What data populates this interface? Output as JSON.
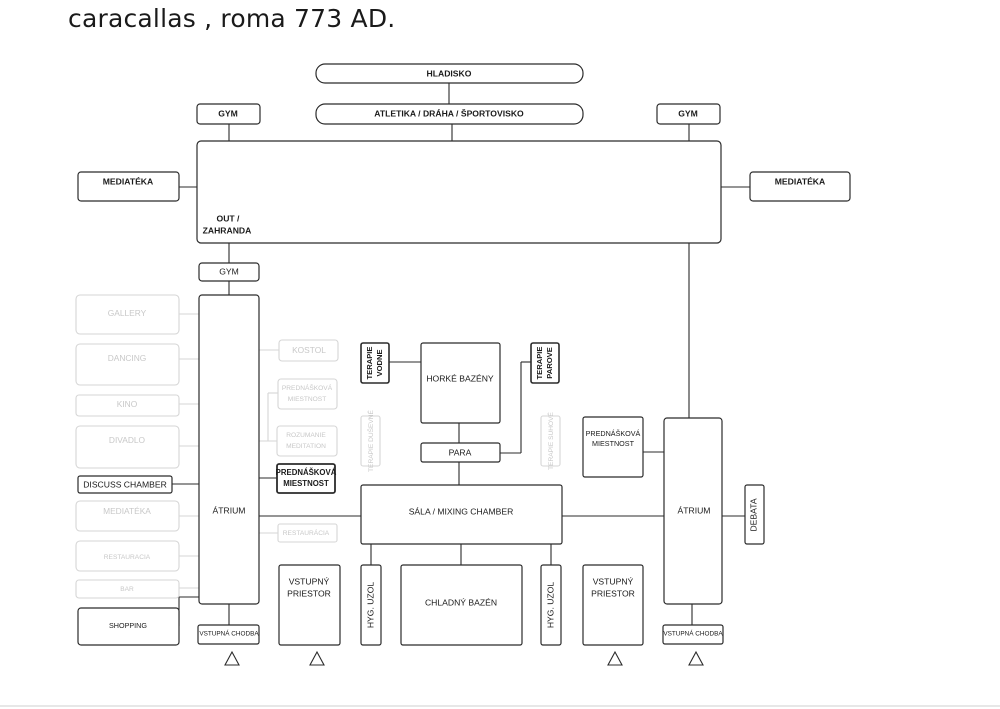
{
  "title": "caracallas  , roma  773 AD.",
  "labels": {
    "hladisko": "HLADISKO",
    "atletika": "ATLETIKA / DRÁHA / ŠPORTOVISKO",
    "gym_left": "GYM",
    "gym_right": "GYM",
    "gym_mid": "GYM",
    "mediateka_left": "MEDIATÉKA",
    "mediateka_right": "MEDIATÉKA",
    "out_zahranda_1": "OUT /",
    "out_zahranda_2": "ZAHRANDA",
    "gallery": "GALLERY",
    "dancing": "DANCING",
    "kino": "KINO",
    "divadlo": "DIVADLO",
    "discuss_chamber": "DISCUSS CHAMBER",
    "mediateka_faint": "MEDIATÉKA",
    "restauracia_faint": "RESTAURACIA",
    "bar": "BAR",
    "shopping": "SHOPPING",
    "atrium_left": "ÁTRIUM",
    "vstupna_chodba_left": "VSTUPNÁ CHODBA",
    "kostol": "KOSTOL",
    "prednaskova_faint_1": "PREDNÁŠKOVÁ",
    "prednaskova_faint_2": "MIESTNOST",
    "rozumanie_1": "ROZUMANIE",
    "rozumanie_2": "MEDITATION",
    "terapie_dusevne": "TERAPIE DUŠEVNÉ",
    "prednaskova_bold_1": "PREDNÁŠKOVÁ",
    "prednaskova_bold_2": "MIESTNOST",
    "restauracia_small": "RESTAURÁCIA",
    "terapie_vodne_1": "TERAPIE",
    "terapie_vodne_2": "VODNE",
    "horke_bazeny": "HORKÉ  BAZÉNY",
    "terapie_parove_1": "TERAPIE",
    "terapie_parove_2": "PAROVE",
    "para": "PARA",
    "terapie_suhove": "TERAPIE SUHOVÉ",
    "sala": "SÁLA / MIXING CHAMBER",
    "vstupny_priestor_left_1": "VSTUPNÝ",
    "vstupny_priestor_left_2": "PRIESTOR",
    "hyg_uzol_left": "HYG. UZOL",
    "chladny_bazen": "CHLADNÝ BAZÉN",
    "hyg_uzol_right": "HYG. UZOL",
    "vstupny_priestor_right_1": "VSTUPNÝ",
    "vstupny_priestor_right_2": "PRIESTOR",
    "prednaskova_right_1": "PREDNÁŠKOVÁ",
    "prednaskova_right_2": "MIESTNOST",
    "atrium_right": "ÁTRIUM",
    "debata": "DEBATA",
    "vstupna_chodba_right": "VSTUPNÁ CHODBA"
  }
}
